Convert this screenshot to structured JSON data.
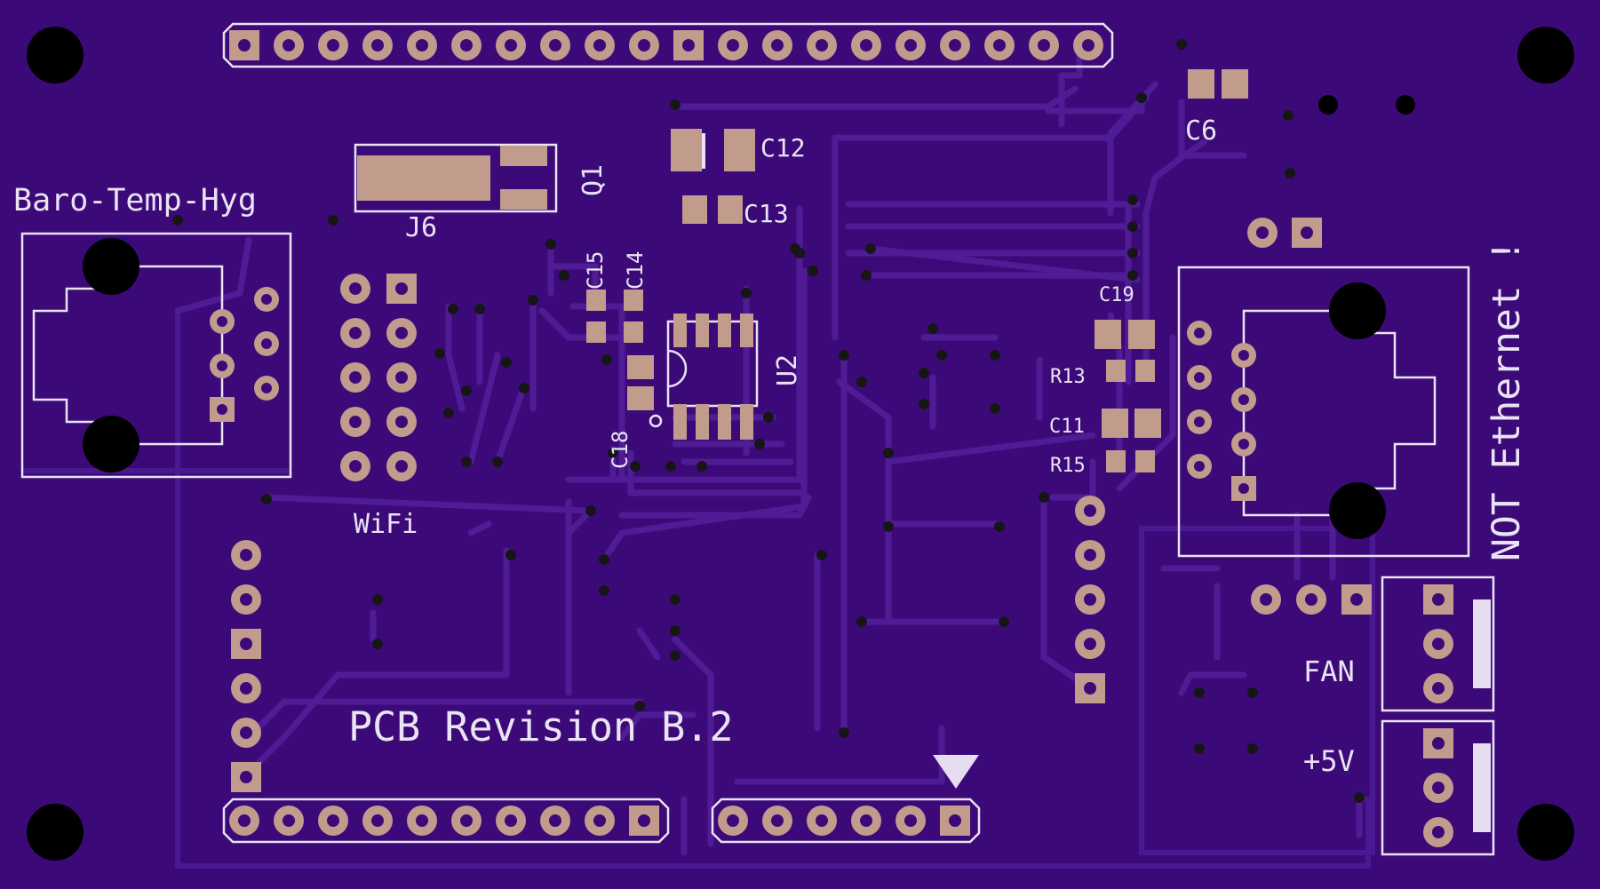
{
  "colors": {
    "board": "#3c0a78",
    "trace": "#4b1a91",
    "pad": "#c19b8c",
    "drill": "#3c0a78",
    "silk": "#e9e3f3",
    "hole": "#000000"
  },
  "labels": {
    "baro": "Baro-Temp-Hyg",
    "j6": "J6",
    "q1": "Q1",
    "c12": "C12",
    "c13": "C13",
    "c15": "C15",
    "c14": "C14",
    "c18": "C18",
    "u2": "U2",
    "c6": "C6",
    "c19": "C19",
    "r13": "R13",
    "c11": "C11",
    "r15": "R15",
    "wifi": "WiFi",
    "pcb_revision": "PCB Revision B.2",
    "fan": "FAN",
    "plus5v": "+5V",
    "not_ethernet": "NOT Ethernet !"
  }
}
